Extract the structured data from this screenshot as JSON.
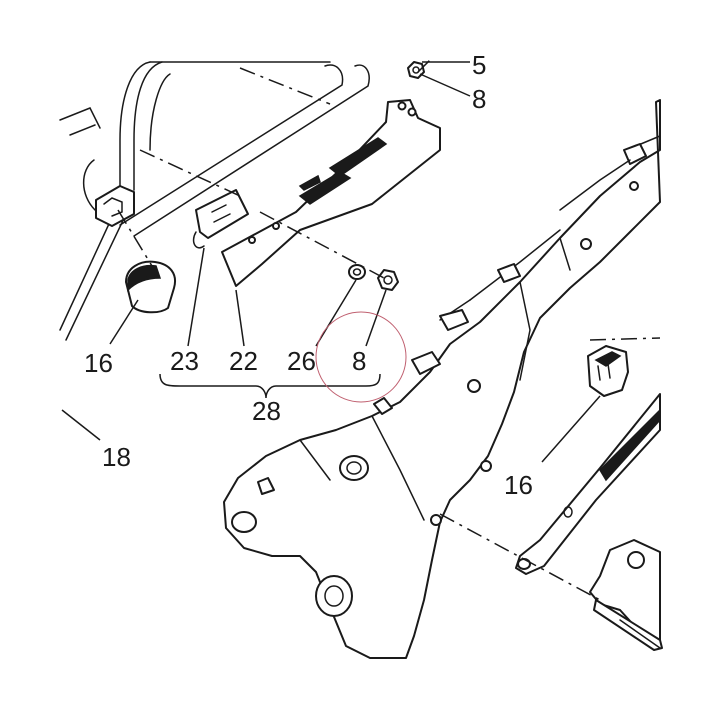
{
  "callouts": {
    "c5": "5",
    "c8_top": "8",
    "c16_left": "16",
    "c23": "23",
    "c22": "22",
    "c26": "26",
    "c8_mid": "8",
    "c28": "28",
    "c18": "18",
    "c16_right": "16"
  },
  "colors": {
    "line": "#1a1a1a",
    "highlight_circle": "#c06070"
  }
}
